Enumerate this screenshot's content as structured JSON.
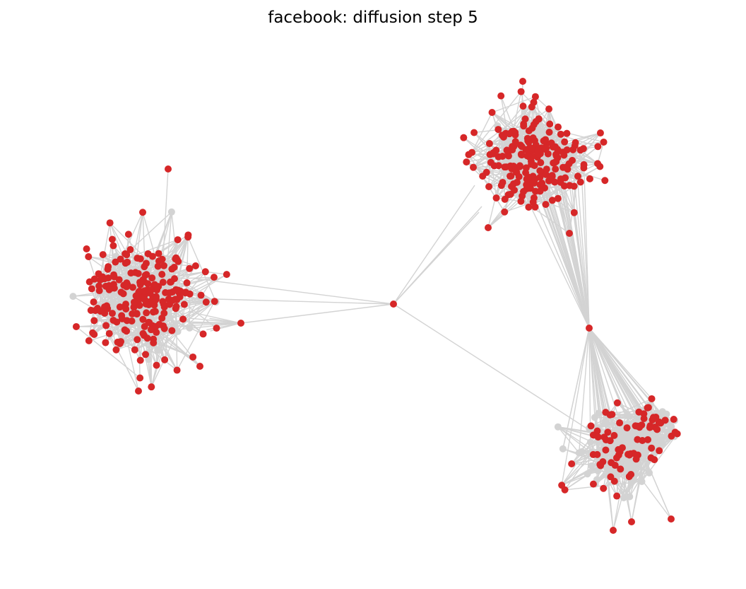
{
  "title": "facebook: diffusion step 5",
  "colors": {
    "edge": "#d3d3d3",
    "infected": "#d62728",
    "susceptible": "#d3d3d3",
    "background": "#ffffff"
  },
  "legend": "none",
  "axes": "hidden",
  "network": {
    "communities": [
      {
        "id": "left-community",
        "infected_share_visible": 0.9
      },
      {
        "id": "upper-right-community",
        "infected_share_visible": 0.95
      },
      {
        "id": "lower-right-community",
        "infected_share_visible": 0.4
      }
    ],
    "bridge_nodes": [
      {
        "id": "central-bridge-node",
        "state": "infected"
      },
      {
        "id": "right-bridge-node",
        "state": "infected"
      },
      {
        "id": "left-satellite-node",
        "state": "infected"
      }
    ]
  }
}
